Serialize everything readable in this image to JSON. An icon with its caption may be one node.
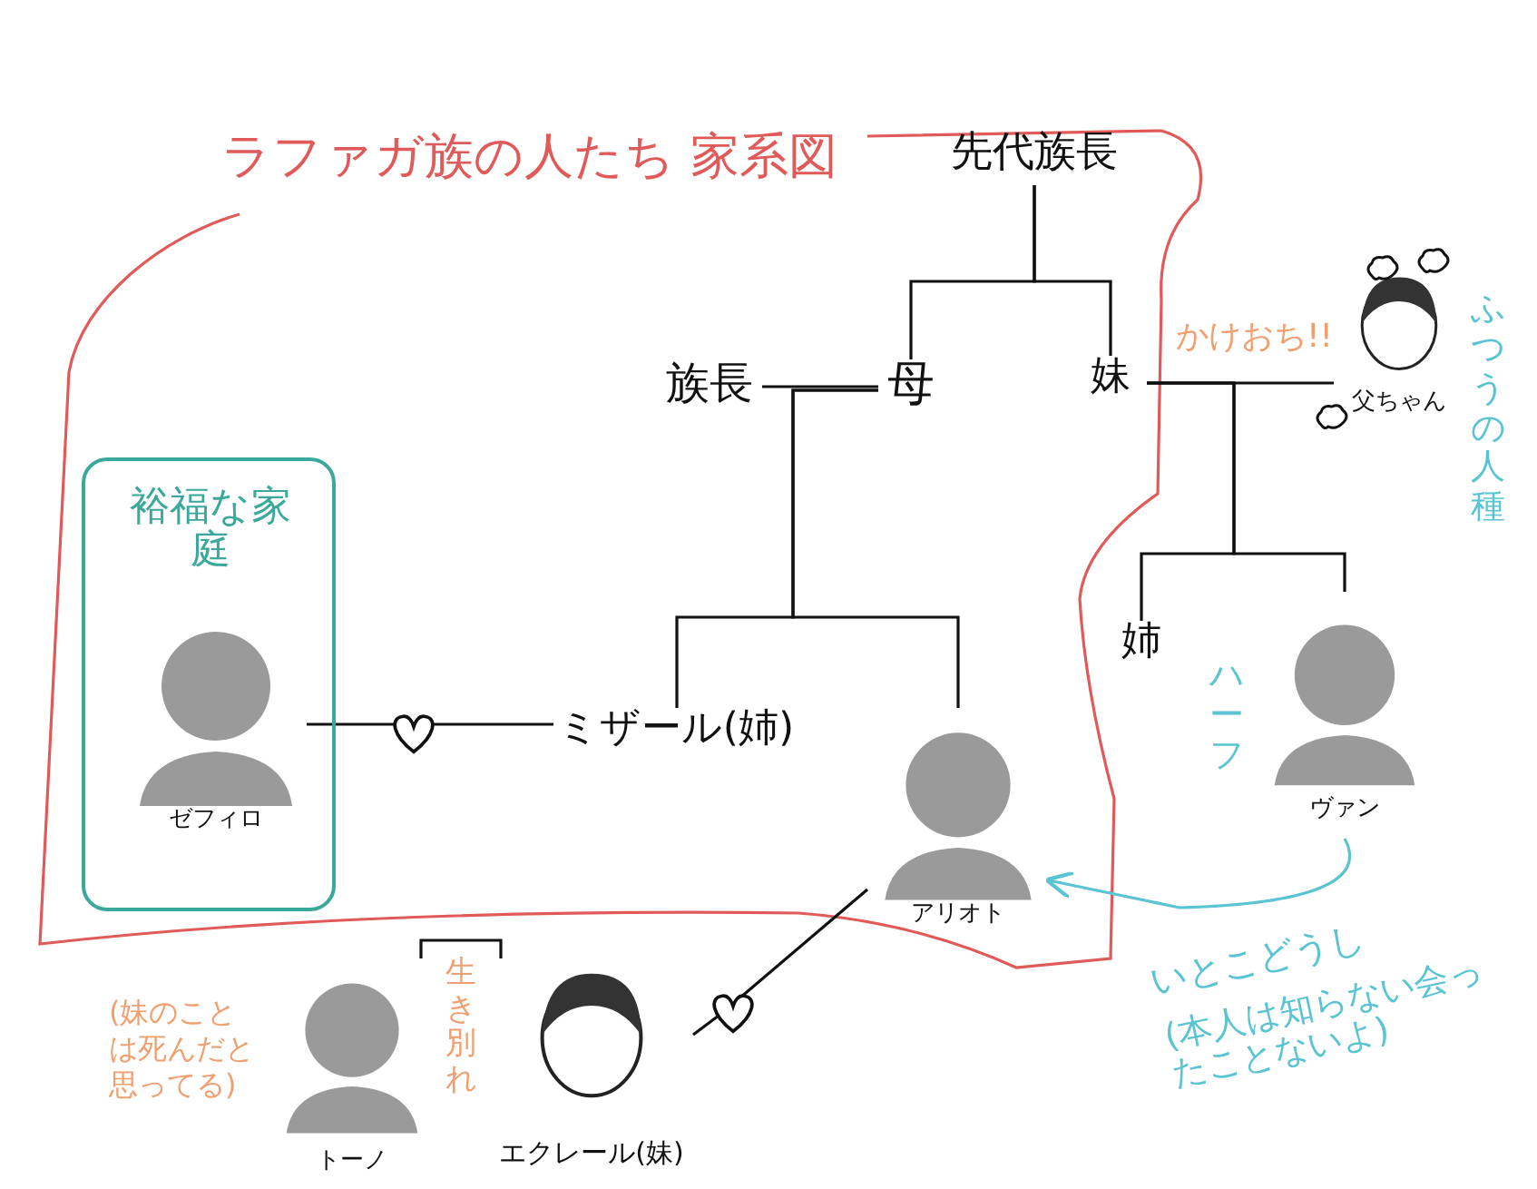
{
  "diagram": {
    "title": "ラファガ族の人たち 家系図",
    "nodes": [
      {
        "text": [
          "先代族長"
        ]
      },
      {
        "text": [
          "族長"
        ]
      },
      {
        "text": [
          "母"
        ]
      },
      {
        "text": [
          "妹"
        ]
      },
      {
        "text": [
          "父ちゃん"
        ],
        "beside": [
          "ふつうの人種"
        ]
      },
      {
        "text": [
          "裕福な家庭"
        ]
      },
      {
        "text": [
          "ゼフィロ"
        ],
        "in": 5
      },
      {
        "text": [
          "ミザール(姉)"
        ]
      },
      {
        "text": [
          "アリオト"
        ]
      },
      {
        "text": [
          "姉"
        ]
      },
      {
        "text": [
          "ヴァン"
        ],
        "beside": [
          "ハーフ"
        ]
      },
      {
        "text": [
          "トーノ"
        ],
        "beside": [
          "(妹のことは死んだと思ってる)"
        ]
      },
      {
        "text": [
          "エクレール(妹)"
        ]
      }
    ],
    "edges": [
      {
        "from": 0,
        "to": 2,
        "arrow": "none"
      },
      {
        "from": 0,
        "to": 3,
        "arrow": "none"
      },
      {
        "from": 1,
        "to": 2,
        "arrow": "none"
      },
      {
        "from": 2,
        "to": 7,
        "arrow": "none"
      },
      {
        "from": 2,
        "to": 8,
        "arrow": "none"
      },
      {
        "from": 3,
        "to": 4,
        "arrow": "none",
        "label": "かけおち!!"
      },
      {
        "from": 3,
        "to": 9,
        "arrow": "none"
      },
      {
        "from": 3,
        "to": 10,
        "arrow": "none"
      },
      {
        "from": 6,
        "to": 7,
        "arrow": "none"
      },
      {
        "from": 12,
        "to": 8,
        "arrow": "none"
      },
      {
        "from": 11,
        "to": 12,
        "arrow": "none",
        "label": "生き別れ"
      },
      {
        "from": 10,
        "to": 8,
        "arrow": "to",
        "color": "#5bc4d2"
      }
    ],
    "labels": [
      "いとこどうし",
      "(本人は知らない会ったことないよ)"
    ]
  }
}
